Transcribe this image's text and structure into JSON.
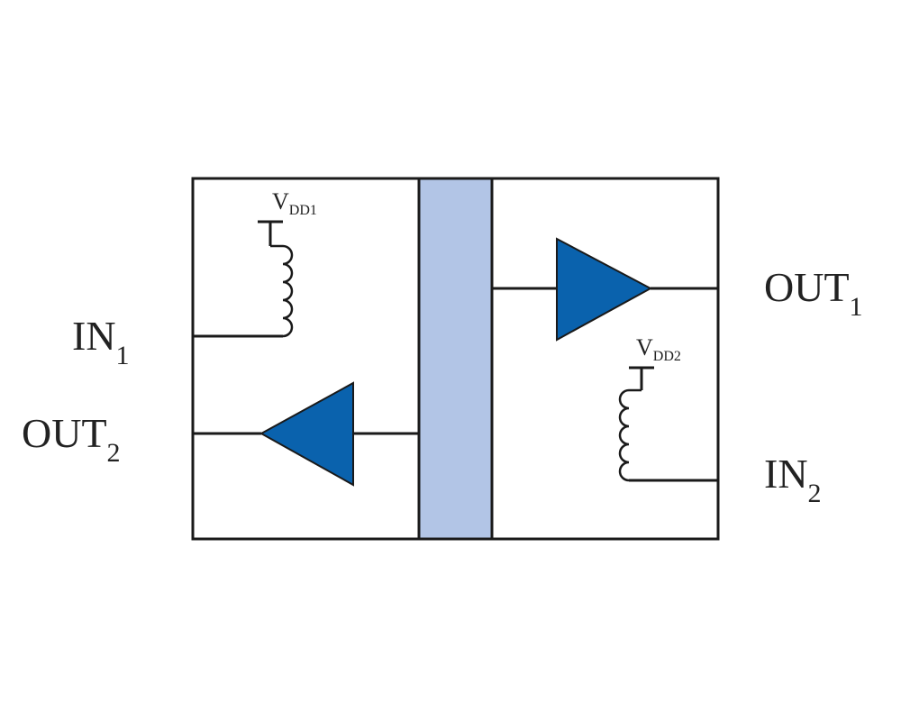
{
  "labels": {
    "in1": {
      "main": "IN",
      "sub": "1"
    },
    "out2": {
      "main": "OUT",
      "sub": "2"
    },
    "out1": {
      "main": "OUT",
      "sub": "1"
    },
    "in2": {
      "main": "IN",
      "sub": "2"
    },
    "vdd1": {
      "main": "V",
      "sub": "DD1"
    },
    "vdd2": {
      "main": "V",
      "sub": "DD2"
    }
  },
  "colors": {
    "amplifier_fill": "#0a62ad",
    "center_block_fill": "#b2c5e6",
    "line": "#1a1a1a"
  },
  "icons": [
    "inductor-icon",
    "amplifier-triangle-icon"
  ]
}
